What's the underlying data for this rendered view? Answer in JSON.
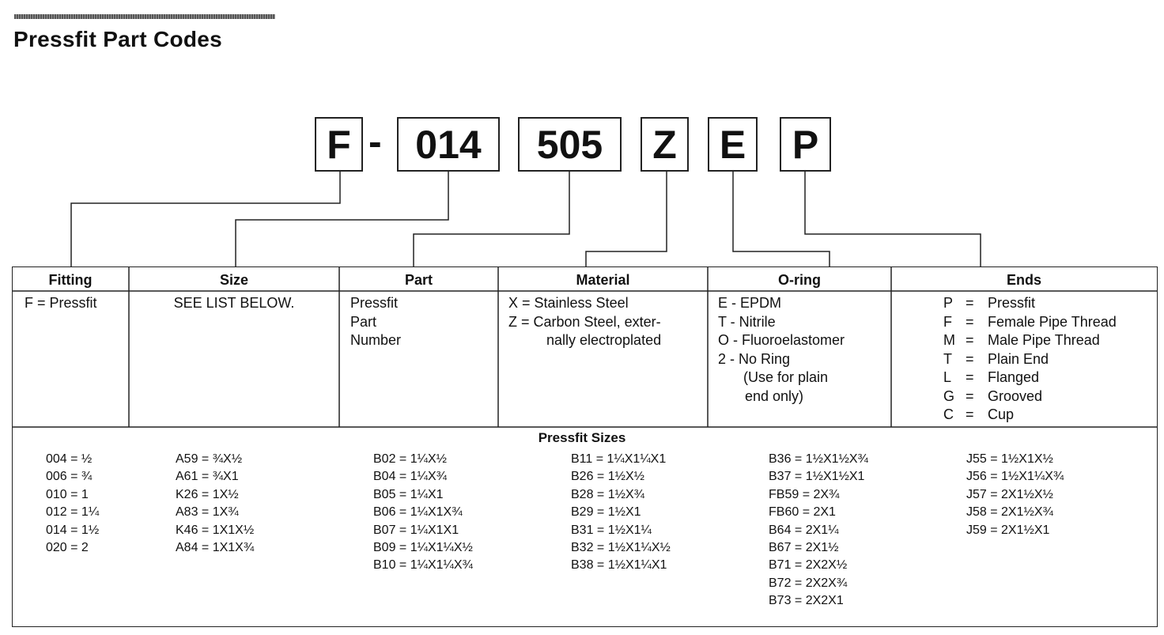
{
  "title": "Pressfit Part Codes",
  "code": {
    "prefix": "F",
    "dash": "-",
    "size": "014",
    "part": "505",
    "material": "Z",
    "oring": "E",
    "ends": "P"
  },
  "columns": {
    "fitting": "Fitting",
    "size": "Size",
    "part": "Part",
    "material": "Material",
    "oring": "O-ring",
    "ends": "Ends"
  },
  "fitting": [
    "F = Pressfit"
  ],
  "size_note": "SEE LIST BELOW.",
  "part": [
    "Pressfit",
    "Part",
    "Number"
  ],
  "material": [
    "X = Stainless Steel",
    "Z = Carbon Steel, exter-",
    "nally electroplated"
  ],
  "oring": [
    "E - EPDM",
    "T - Nitrile",
    "O - Fluoroelastomer",
    "2 - No Ring",
    "(Use for plain",
    "end only)"
  ],
  "ends": [
    {
      "code": "P",
      "eq": "=",
      "label": "Pressfit"
    },
    {
      "code": "F",
      "eq": "=",
      "label": "Female Pipe Thread"
    },
    {
      "code": "M",
      "eq": "=",
      "label": "Male Pipe Thread"
    },
    {
      "code": "T",
      "eq": "=",
      "label": "Plain End"
    },
    {
      "code": "L",
      "eq": "=",
      "label": "Flanged"
    },
    {
      "code": "G",
      "eq": "=",
      "label": "Grooved"
    },
    {
      "code": "C",
      "eq": "=",
      "label": "Cup"
    }
  ],
  "sizes_title": "Pressfit Sizes",
  "sizes": [
    [
      "004 = ½",
      "006 = ¾",
      "010 = 1",
      "012 = 1¼",
      "014 = 1½",
      "020 = 2"
    ],
    [
      "A59 = ¾X½",
      "A61 = ¾X1",
      "K26 = 1X½",
      "A83 = 1X¾",
      "K46 = 1X1X½",
      "A84 = 1X1X¾"
    ],
    [
      "B02 = 1¼X½",
      "B04 = 1¼X¾",
      "B05 = 1¼X1",
      "B06 = 1¼X1X¾",
      "B07 = 1¼X1X1",
      "B09 = 1¼X1¼X½",
      "B10 = 1¼X1¼X¾"
    ],
    [
      "B11 = 1¼X1¼X1",
      "B26 = 1½X½",
      "B28 = 1½X¾",
      "B29 = 1½X1",
      "B31 = 1½X1¼",
      "B32 = 1½X1¼X½",
      "B38 = 1½X1¼X1"
    ],
    [
      "B36 = 1½X1½X¾",
      "B37 = 1½X1½X1",
      "FB59 = 2X¾",
      "FB60 = 2X1",
      "B64 = 2X1¼",
      "B67 = 2X1½",
      "B71 = 2X2X½",
      "B72 = 2X2X¾",
      "B73 = 2X2X1"
    ],
    [
      "J55 = 1½X1X½",
      "J56 = 1½X1¼X¾",
      "J57 = 2X1½X½",
      "J58 = 2X1½X¾",
      "J59 = 2X1½X1"
    ]
  ]
}
